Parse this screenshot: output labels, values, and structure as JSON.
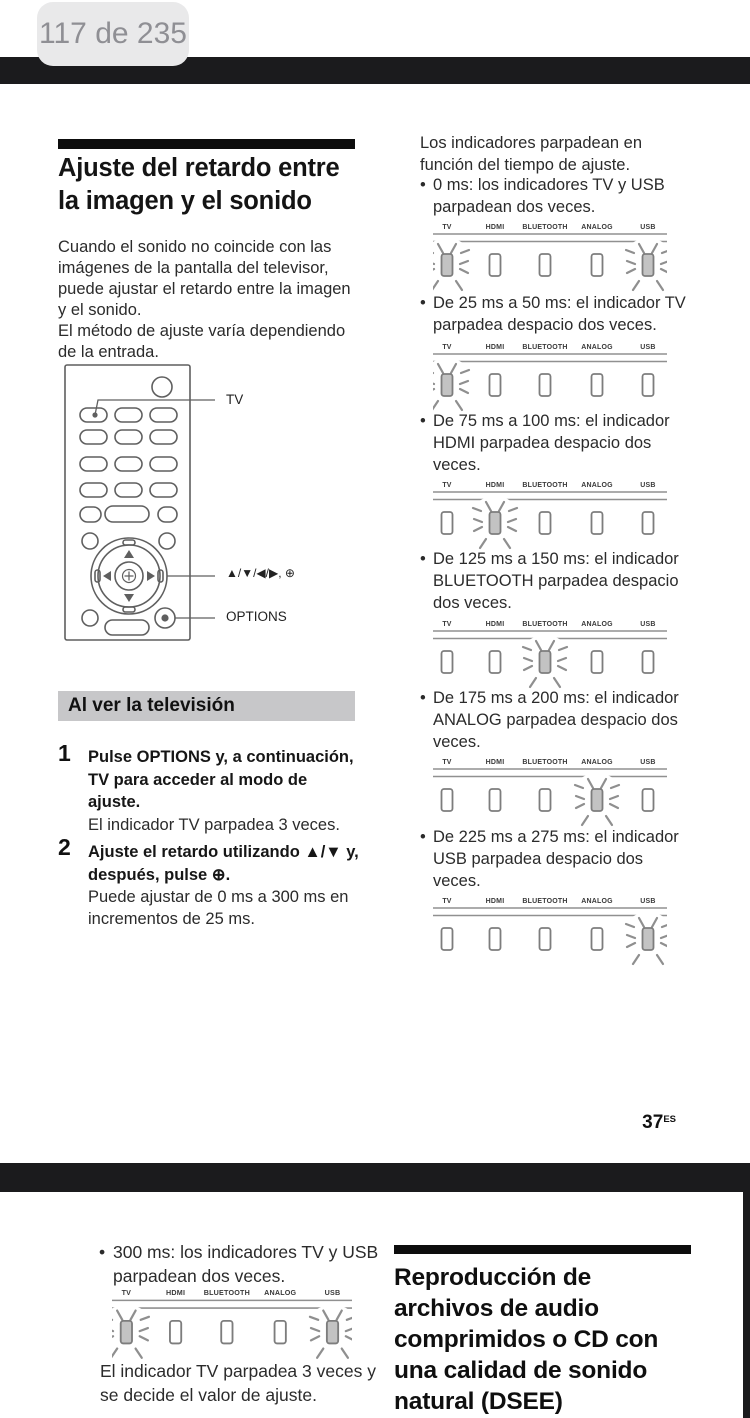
{
  "viewer": {
    "page_indicator": "117 de 235",
    "colors": {
      "gap_bar": "#1b1b1d",
      "badge_bg": "#e9e9ea",
      "badge_text": "#8f8f94",
      "section_header_bg": "#c7c7c9"
    }
  },
  "page": {
    "left": {
      "title": "Ajuste del retardo entre\nla imagen y el sonido",
      "intro1": "Cuando el sonido no coincide con las\nimágenes de la pantalla del televisor,\npuede ajustar el retardo entre la imagen\ny el sonido.",
      "intro2": "El método de ajuste varía dependiendo\nde la entrada.",
      "remote_labels": {
        "tv": "TV",
        "dpad": "▲/▼/◀/▶, ⊕",
        "options": "OPTIONS"
      },
      "section_header": "Al ver la televisión",
      "steps": [
        {
          "num": "1",
          "bold": "Pulse OPTIONS y, a continuación,\nTV para acceder al modo de\najuste.",
          "note": "El indicador TV parpadea 3 veces."
        },
        {
          "num": "2",
          "bold": "Ajuste el retardo utilizando ▲/▼ y,\ndespués, pulse ⊕.",
          "note": "Puede ajustar de 0 ms a 300 ms en\nincrementos de 25 ms."
        }
      ]
    },
    "right": {
      "intro": "Los indicadores parpadean en\nfunción del tiempo de ajuste.",
      "bullets": [
        "0 ms: los indicadores TV y USB\nparpadean dos veces.",
        "De 25 ms a 50 ms: el indicador TV\nparpadea despacio dos veces.",
        "De 75 ms a 100 ms: el indicador\nHDMI parpadea despacio dos\nveces.",
        "De 125 ms a 150 ms: el indicador\nBLUETOOTH parpadea despacio\ndos veces.",
        "De 175 ms a 200 ms: el indicador\nANALOG parpadea despacio dos\nveces.",
        "De 225 ms a 275 ms: el indicador\nUSB parpadea despacio dos\nveces."
      ]
    },
    "page_number": "37",
    "page_number_suffix": "ES"
  },
  "panel": {
    "labels": [
      "TV",
      "HDMI",
      "BLUETOOTH",
      "ANALOG",
      "USB"
    ]
  },
  "diagrams": [
    {
      "active": [
        0,
        4
      ]
    },
    {
      "active": [
        0
      ]
    },
    {
      "active": [
        1
      ]
    },
    {
      "active": [
        2
      ]
    },
    {
      "active": [
        3
      ]
    },
    {
      "active": [
        4
      ]
    },
    {
      "active": [
        0,
        4
      ]
    }
  ],
  "next_page": {
    "bullet": "300 ms: los indicadores TV y USB\nparpadean dos veces.",
    "note": "El indicador TV parpadea 3 veces y\nse decide el valor de ajuste.",
    "title": "Reproducción de\narchivos de audio\ncomprimidos o CD con\nuna calidad de sonido\nnatural (DSEE)"
  }
}
